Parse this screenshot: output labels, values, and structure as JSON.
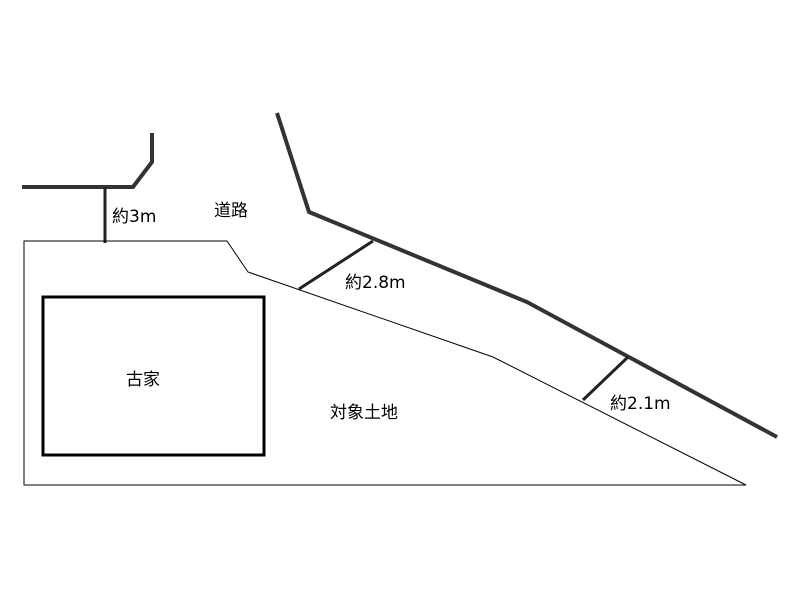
{
  "colors": {
    "background": "#ffffff",
    "road_edge": "#333333",
    "lot_outline": "#000000",
    "label_text": "#000000"
  },
  "labels": {
    "road": "道路",
    "road_width_left": "約3m",
    "road_width_middle": "約2.8m",
    "road_width_right": "約2.1m",
    "old_house": "古家",
    "target_land": "対象土地"
  }
}
